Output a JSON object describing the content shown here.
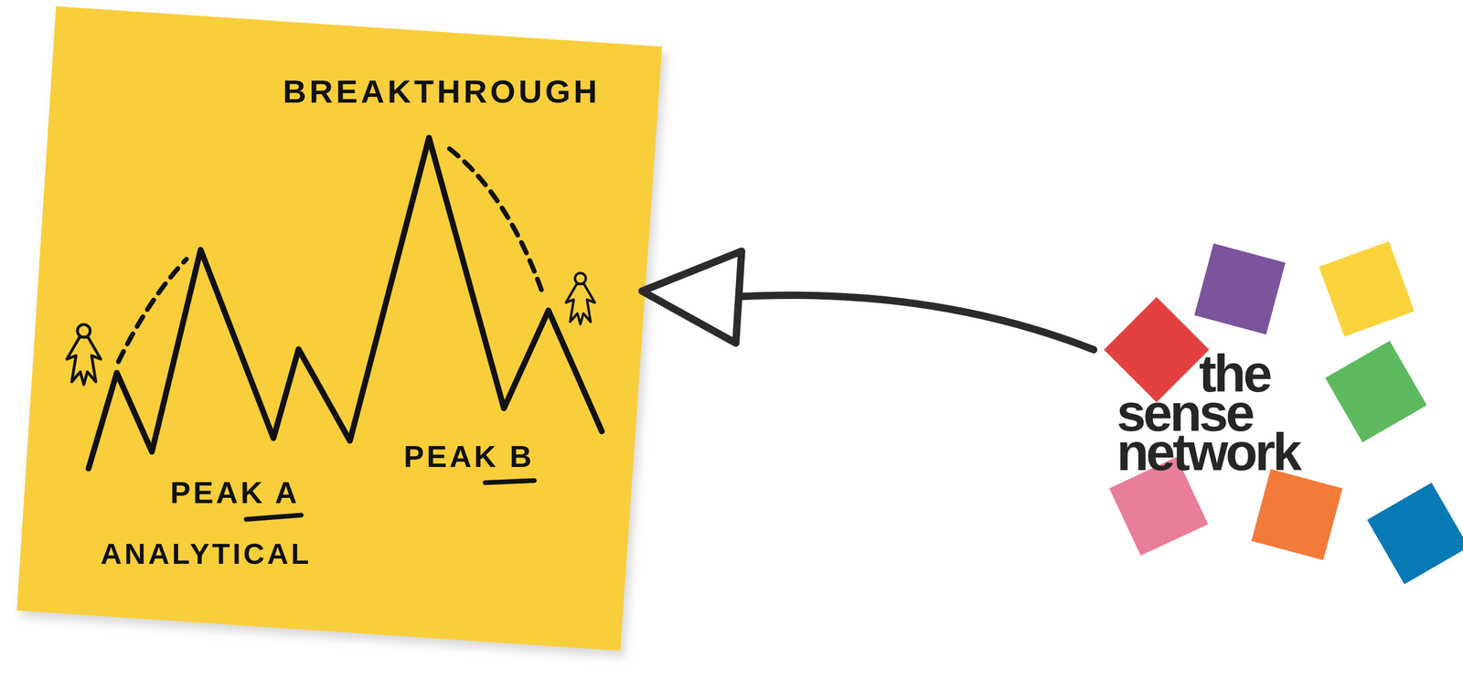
{
  "diagram": {
    "nodes": [
      {
        "text": [
          "BREAKTHROUGH",
          "PEAK B",
          "PEAK A",
          "ANALYTICAL"
        ]
      },
      {
        "text": [
          "the sense network"
        ]
      }
    ],
    "edges": [
      {
        "from": 1,
        "to": 0,
        "arrow": "to"
      }
    ]
  }
}
